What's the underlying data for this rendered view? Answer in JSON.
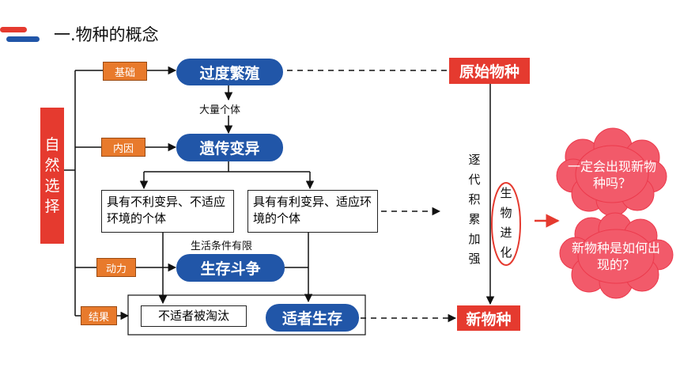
{
  "title": "一.物种的概念",
  "colors": {
    "blue": "#2156a8",
    "orange": "#e87a2c",
    "red": "#e53a2f",
    "cloud": "#f25a6a"
  },
  "natural_selection": [
    "自",
    "然",
    "选",
    "择"
  ],
  "labels": {
    "basis": "基础",
    "internal": "内因",
    "driving": "动力",
    "result": "结果"
  },
  "nodes": {
    "over_reproduction": "过度繁殖",
    "many_individuals": "大量个体",
    "heritable_variation": "遗传变异",
    "unfavorable": "具有不利变异、不适应环境的个体",
    "favorable": "具有有利变异、适应环境的个体",
    "limited_conditions": "生活条件有限",
    "struggle": "生存斗争",
    "eliminated": "不适者被淘汰",
    "survival_fittest": "适者生存",
    "original_species": "原始物种",
    "new_species": "新物种"
  },
  "accumulate": [
    "逐",
    "代",
    "积",
    "累",
    "加",
    "强"
  ],
  "evolution": [
    "生",
    "物",
    "进",
    "化"
  ],
  "questions": {
    "q1": "一定会出现新物种吗？",
    "q2": "新物种是如何出现的？"
  }
}
